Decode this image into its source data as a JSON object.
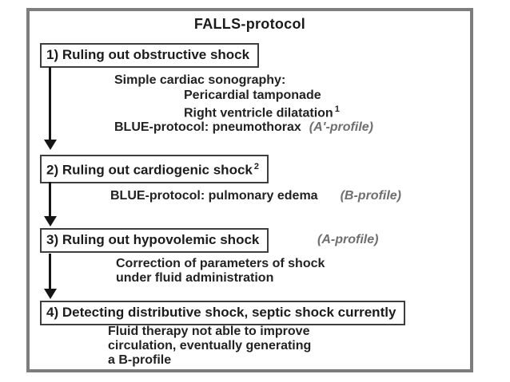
{
  "title": "FALLS-protocol",
  "steps": {
    "step1": {
      "box": "1) Ruling out obstructive shock",
      "note1": "Simple cardiac sonography:",
      "note2": "Pericardial tamponade",
      "note3": "Right ventricle dilatation",
      "note3_sup": "1",
      "note4": "BLUE-protocol: pneumothorax",
      "note4_profile": "(A'-profile)"
    },
    "step2": {
      "box": "2) Ruling out cardiogenic shock",
      "box_sup": "2",
      "note1": "BLUE-protocol: pulmonary edema",
      "note1_profile": "(B-profile)"
    },
    "step3": {
      "box": "3) Ruling out hypovolemic shock",
      "box_profile": "(A-profile)",
      "note1": "Correction of parameters of shock",
      "note2": "under fluid administration"
    },
    "step4": {
      "box": "4) Detecting distributive shock, septic shock currently",
      "note1": "Fluid therapy not able to improve",
      "note2": "circulation, eventually generating",
      "note3": "a B-profile"
    }
  },
  "colors": {
    "frame_border": "#7d7d7d",
    "box_border": "#3e3e3e",
    "text": "#1c1c1c",
    "profile_text": "#6e6e6e",
    "arrow": "#151515",
    "background": "#ffffff"
  }
}
